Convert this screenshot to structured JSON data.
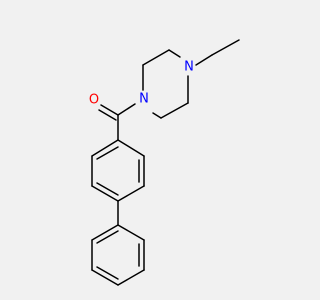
{
  "structure": {
    "atoms": {
      "oxygen": {
        "symbol": "O",
        "color": "#ff0000"
      },
      "nitrogen_amide": {
        "symbol": "N",
        "color": "#0000ff"
      },
      "nitrogen_ethyl": {
        "symbol": "N",
        "color": "#0000ff"
      }
    },
    "bond_color": "#000000",
    "background": "#f1f1f1"
  }
}
